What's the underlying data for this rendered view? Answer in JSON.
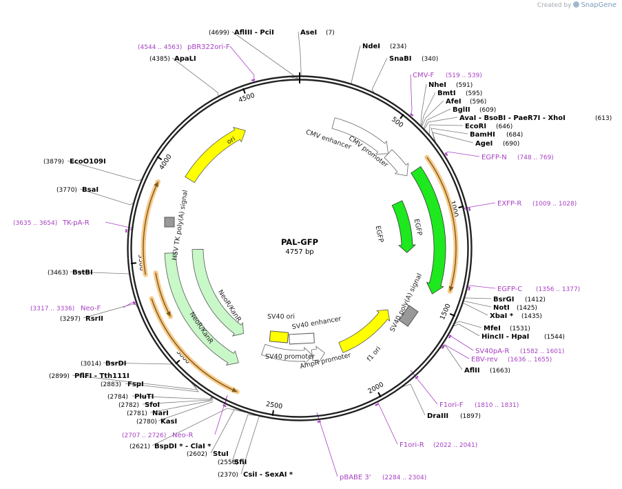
{
  "credit": {
    "created_by": "Created by",
    "brand": "SnapGene"
  },
  "plasmid": {
    "name": "PAL-GFP",
    "size_text": "4757 bp",
    "length": 4757
  },
  "tick_labels": [
    "500",
    "1000",
    "1500",
    "2000",
    "2500",
    "3000",
    "3500",
    "4000",
    "4500"
  ],
  "colors": {
    "backbone": "#222222",
    "primer": "#a63fc2",
    "orange_highlight": "#f5a623",
    "egfp": "#1ee81e",
    "ori": "#ffff00",
    "neo": "#c8f7c8",
    "white_feature": "#ffffff",
    "gray_box": "#999999",
    "leader": "#777777"
  },
  "restriction_sites": [
    {
      "id": "asei",
      "text": "AseI",
      "pos": "(7)",
      "bp": 7
    },
    {
      "id": "ndei",
      "text": "NdeI",
      "pos": "(234)",
      "bp": 234
    },
    {
      "id": "snabi",
      "text": "SnaBI",
      "pos": "(340)",
      "bp": 340
    },
    {
      "id": "nhei",
      "text": "NheI",
      "pos": "(591)",
      "bp": 591
    },
    {
      "id": "bmti",
      "text": "BmtI",
      "pos": "(595)",
      "bp": 595
    },
    {
      "id": "afei",
      "text": "AfeI",
      "pos": "(596)",
      "bp": 596
    },
    {
      "id": "bglii",
      "text": "BglII",
      "pos": "(609)",
      "bp": 609
    },
    {
      "id": "avai",
      "text": "AvaI  - BsoBI  - PaeR7I  - XhoI",
      "pos": "(613)",
      "bp": 613
    },
    {
      "id": "ecori",
      "text": "EcoRI",
      "pos": "(646)",
      "bp": 646
    },
    {
      "id": "bamhi",
      "text": "BamHI",
      "pos": "(684)",
      "bp": 684
    },
    {
      "id": "agei",
      "text": "AgeI",
      "pos": "(690)",
      "bp": 690
    },
    {
      "id": "bsrgi",
      "text": "BsrGI",
      "pos": "(1412)",
      "bp": 1412
    },
    {
      "id": "noti",
      "text": "NotI",
      "pos": "(1425)",
      "bp": 1425
    },
    {
      "id": "xbai",
      "text": "XbaI *",
      "pos": "(1435)",
      "bp": 1435
    },
    {
      "id": "mfei",
      "text": "MfeI",
      "pos": "(1531)",
      "bp": 1531
    },
    {
      "id": "hincii",
      "text": "HincII  - HpaI",
      "pos": "(1544)",
      "bp": 1544
    },
    {
      "id": "aflii",
      "text": "AflII",
      "pos": "(1663)",
      "bp": 1663
    },
    {
      "id": "draiii",
      "text": "DraIII",
      "pos": "(1897)",
      "bp": 1897
    },
    {
      "id": "csii",
      "text": "CsiI  - SexAI *",
      "pos": "(2370)",
      "bp": 2370
    },
    {
      "id": "sfii",
      "text": "SfiI",
      "pos": "(2556)",
      "bp": 2556
    },
    {
      "id": "stui",
      "text": "StuI",
      "pos": "(2602)",
      "bp": 2602
    },
    {
      "id": "bspdi",
      "text": "BspDI *  - ClaI *",
      "pos": "(2621)",
      "bp": 2621
    },
    {
      "id": "kasi",
      "text": "KasI",
      "pos": "(2780)",
      "bp": 2780
    },
    {
      "id": "nari",
      "text": "NarI",
      "pos": "(2781)",
      "bp": 2781
    },
    {
      "id": "sfoi",
      "text": "SfoI",
      "pos": "(2782)",
      "bp": 2782
    },
    {
      "id": "pluti",
      "text": "PluTI",
      "pos": "(2784)",
      "bp": 2784
    },
    {
      "id": "fspi",
      "text": "FspI",
      "pos": "(2883)",
      "bp": 2883
    },
    {
      "id": "pflfi",
      "text": "PflFI  - Tth111I",
      "pos": "(2899)",
      "bp": 2899
    },
    {
      "id": "bsrdi",
      "text": "BsrDI",
      "pos": "(3014)",
      "bp": 3014
    },
    {
      "id": "rsrii",
      "text": "RsrII",
      "pos": "(3297)",
      "bp": 3297
    },
    {
      "id": "bstbi",
      "text": "BstBI",
      "pos": "(3463)",
      "bp": 3463
    },
    {
      "id": "bsai",
      "text": "BsaI",
      "pos": "(3770)",
      "bp": 3770
    },
    {
      "id": "eco0109i",
      "text": "EcoO109I",
      "pos": "(3879)",
      "bp": 3879
    },
    {
      "id": "apali",
      "text": "ApaLI",
      "pos": "(4385)",
      "bp": 4385
    },
    {
      "id": "afliii",
      "text": "AflIII  - PciI",
      "pos": "(4699)",
      "bp": 4699
    }
  ],
  "primers": [
    {
      "id": "cmv-f",
      "text": "CMV-F",
      "pos": "(519 .. 539)",
      "bp": 529
    },
    {
      "id": "egfp-n",
      "text": "EGFP-N",
      "pos": "(748 .. 769)",
      "bp": 758
    },
    {
      "id": "exfp-r",
      "text": "EXFP-R",
      "pos": "(1009 .. 1028)",
      "bp": 1018
    },
    {
      "id": "egfp-c",
      "text": "EGFP-C",
      "pos": "(1356 .. 1377)",
      "bp": 1366
    },
    {
      "id": "sv40pa-r",
      "text": "SV40pA-R",
      "pos": "(1582 .. 1601)",
      "bp": 1591
    },
    {
      "id": "ebv-rev",
      "text": "EBV-rev",
      "pos": "(1636 .. 1655)",
      "bp": 1645
    },
    {
      "id": "f1ori-f",
      "text": "F1ori-F",
      "pos": "(1810 .. 1831)",
      "bp": 1820
    },
    {
      "id": "f1ori-r",
      "text": "F1ori-R",
      "pos": "(2022 .. 2041)",
      "bp": 2031
    },
    {
      "id": "pbabe3",
      "text": "pBABE 3'",
      "pos": "(2284 .. 2304)",
      "bp": 2294
    },
    {
      "id": "neo-r",
      "text": "Neo-R",
      "pos": "(2707 .. 2726)",
      "bp": 2716
    },
    {
      "id": "neo-f",
      "text": "Neo-F",
      "pos": "(3317 .. 3336)",
      "bp": 3326
    },
    {
      "id": "tk-pa-r",
      "text": "TK-pA-R",
      "pos": "(3635 .. 3654)",
      "bp": 3644
    },
    {
      "id": "pbr322ori-f",
      "text": "pBR322ori-F",
      "pos": "(4544 .. 4563)",
      "bp": 4553
    }
  ],
  "features": [
    {
      "id": "cmv-enhancer",
      "text": "CMV enhancer"
    },
    {
      "id": "cmv-promoter",
      "text": "CMV promoter"
    },
    {
      "id": "egfp-outer",
      "text": "EGFP"
    },
    {
      "id": "egfp-inner",
      "text": "EGFP"
    },
    {
      "id": "sv40-polya",
      "text": "SV40 poly(A) signal"
    },
    {
      "id": "f1-ori",
      "text": "f1 ori"
    },
    {
      "id": "ampr-promoter",
      "text": "AmpR promoter"
    },
    {
      "id": "sv40-promoter",
      "text": "SV40 promoter"
    },
    {
      "id": "sv40-enhancer",
      "text": "SV40 enhancer"
    },
    {
      "id": "sv40-ori",
      "text": "SV40 ori"
    },
    {
      "id": "neokanr-outer",
      "text": "NeoR/KanR"
    },
    {
      "id": "neokanr-inner",
      "text": "NeoR/KanR"
    },
    {
      "id": "hsv-tk-polya",
      "text": "HSV TK poly(A) signal"
    },
    {
      "id": "ori",
      "text": "ori"
    }
  ]
}
